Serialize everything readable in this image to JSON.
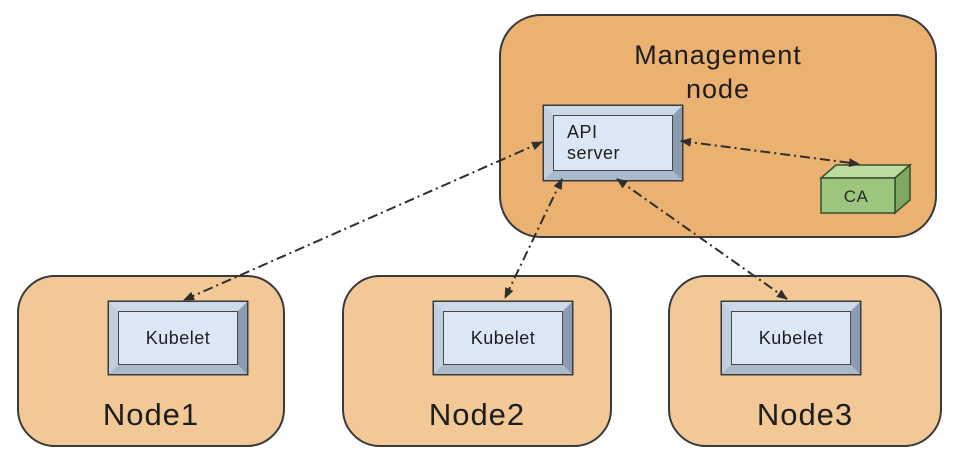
{
  "diagram": {
    "management_node": {
      "label": "Management node",
      "api_server_label": "API server",
      "ca_label": "CA"
    },
    "nodes": [
      {
        "label": "Node1",
        "component_label": "Kubelet"
      },
      {
        "label": "Node2",
        "component_label": "Kubelet"
      },
      {
        "label": "Node3",
        "component_label": "Kubelet"
      }
    ],
    "connections": [
      {
        "from": "API server",
        "to": "Kubelet (Node1)",
        "style": "dash-dot",
        "bidirectional": true
      },
      {
        "from": "API server",
        "to": "Kubelet (Node2)",
        "style": "dash-dot",
        "bidirectional": true
      },
      {
        "from": "API server",
        "to": "Kubelet (Node3)",
        "style": "dash-dot",
        "bidirectional": true
      },
      {
        "from": "API server",
        "to": "CA",
        "style": "dash-dot",
        "bidirectional": true
      }
    ],
    "colors": {
      "background": "#ffffff",
      "management_node_fill": "#eab170",
      "node_fill": "#f2c996",
      "box_border": "#3a3a3a",
      "component_face": "#dce7f5",
      "bevel_light": "#ccd9e8",
      "bevel_dark": "#8c9cb0",
      "ca_front": "#9cc57d",
      "ca_top": "#bcdb9e",
      "ca_side": "#7fa75f",
      "arrow": "#2e2e2e"
    }
  }
}
